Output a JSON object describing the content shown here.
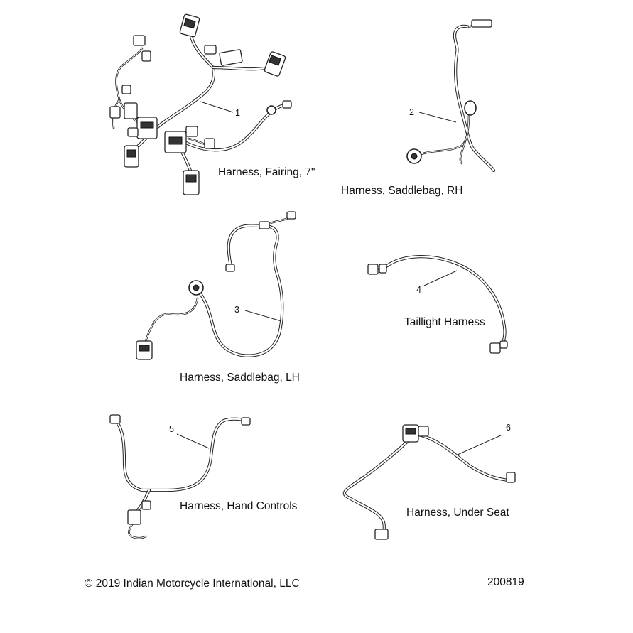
{
  "parts": [
    {
      "callout": "1",
      "label": "Harness, Fairing, 7\""
    },
    {
      "callout": "2",
      "label": "Harness, Saddlebag, RH"
    },
    {
      "callout": "3",
      "label": "Harness, Saddlebag, LH"
    },
    {
      "callout": "4",
      "label": "Taillight Harness"
    },
    {
      "callout": "5",
      "label": "Harness, Hand Controls"
    },
    {
      "callout": "6",
      "label": "Harness, Under Seat"
    }
  ],
  "footer": {
    "copyright": "© 2019 Indian Motorcycle International, LLC",
    "diagram_id": "200819"
  }
}
